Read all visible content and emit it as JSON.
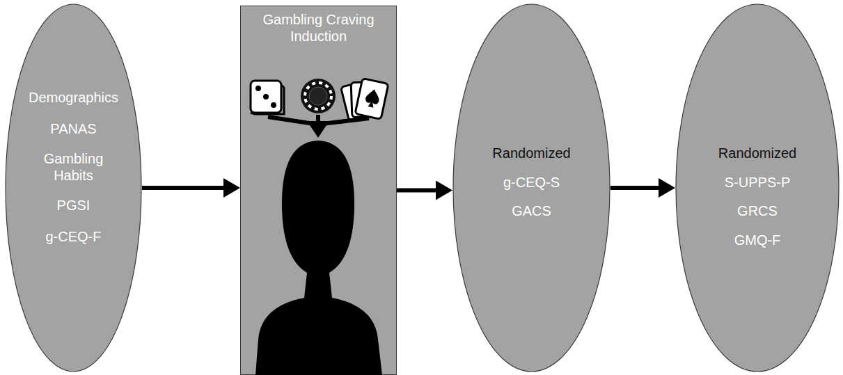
{
  "diagram": {
    "nodes": [
      {
        "text": [
          "Demographics",
          "PANAS",
          "Gambling Habits",
          "PGSI",
          "g-CEQ-F"
        ]
      },
      {
        "text": [
          "Gambling Craving Induction"
        ]
      },
      {
        "text": [
          "Randomized",
          "g-CEQ-S",
          "GACS"
        ]
      },
      {
        "text": [
          "Randomized",
          "S-UPPS-P",
          "GRCS",
          "GMQ-F"
        ]
      }
    ],
    "edges": [
      {
        "from": 0,
        "to": 1,
        "arrow": "to"
      },
      {
        "from": 1,
        "to": 2,
        "arrow": "to"
      },
      {
        "from": 2,
        "to": 3,
        "arrow": "to"
      }
    ]
  }
}
